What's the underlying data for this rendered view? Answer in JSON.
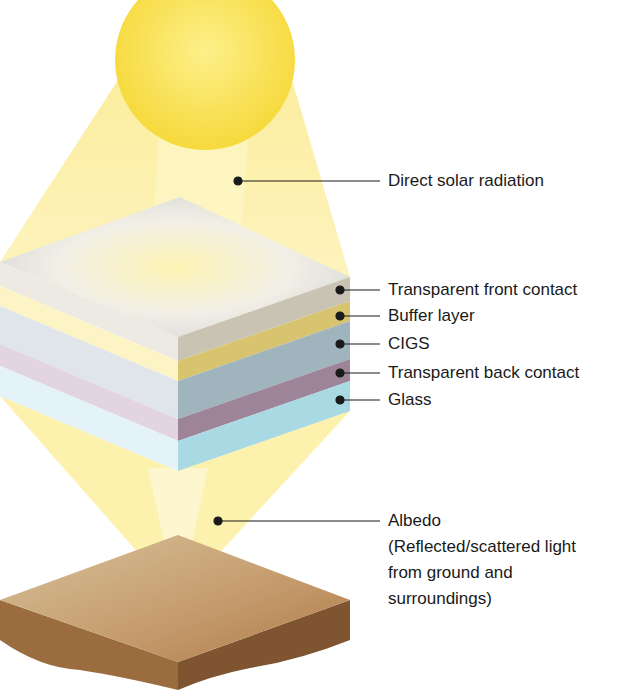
{
  "diagram": {
    "labels": [
      "Direct solar radiation",
      "Transparent front contact",
      "Buffer layer",
      "CIGS",
      "Transparent back contact",
      "Glass",
      "Albedo",
      "(Reflected/scattered light from ground and surroundings)"
    ]
  }
}
